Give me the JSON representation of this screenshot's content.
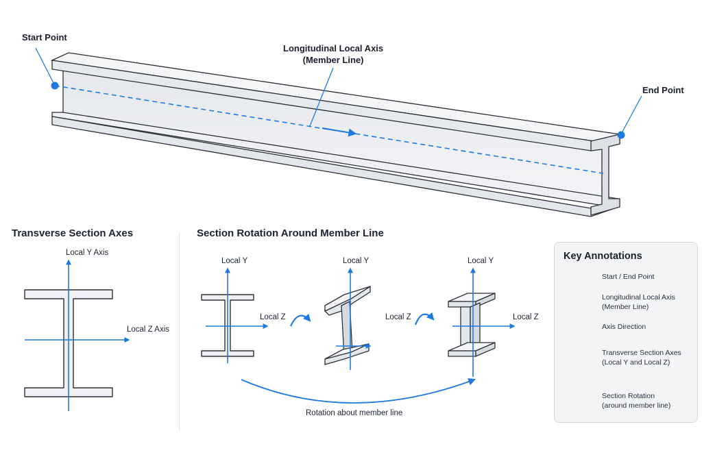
{
  "colors": {
    "accent": "#1f7ae0",
    "steel_fill": "#eef0f3",
    "steel_dark": "#d7dbe1",
    "outline": "#2b2f36",
    "panel_bg": "#f3f4f6"
  },
  "beam": {
    "start_label": "Start Point",
    "end_label": "End Point",
    "axis_label_line1": "Longitudinal Local Axis",
    "axis_label_line2": "(Member Line)"
  },
  "transverse": {
    "heading": "Transverse Section Axes",
    "y_label": "Local Y Axis",
    "z_label": "Local Z Axis"
  },
  "rotation": {
    "heading": "Section Rotation Around Member Line",
    "y_label": "Local Y",
    "z_label": "Local Z",
    "caption": "Rotation about member line"
  },
  "key": {
    "title": "Key Annotations",
    "items": [
      {
        "icon": "dot-icon",
        "label": "Start / End Point"
      },
      {
        "icon": "dashed-line-icon",
        "label": "Longitudinal Local Axis\n(Member Line)"
      },
      {
        "icon": "arrow-icon",
        "label": "Axis Direction"
      },
      {
        "icon": "axes-icon",
        "label": "Transverse Section Axes\n(Local Y and Local Z)"
      },
      {
        "icon": "rotation-arrow-icon",
        "label": "Section Rotation\n(around member line)"
      }
    ]
  }
}
